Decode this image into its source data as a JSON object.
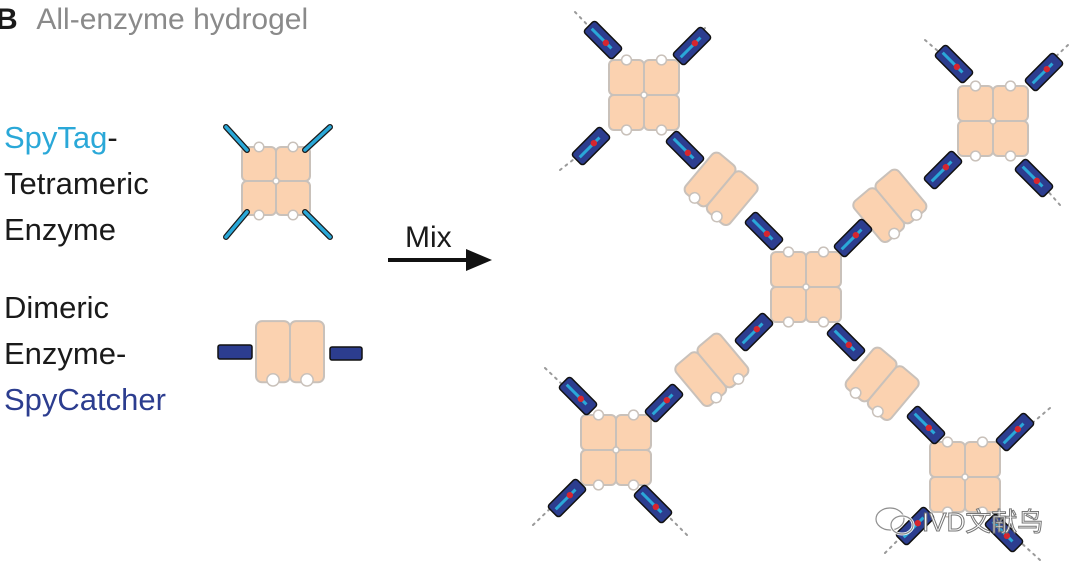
{
  "panel": {
    "letter": "B",
    "title": "All-enzyme hydrogel"
  },
  "legend": {
    "tetramer_label": {
      "line1_colored": "SpyTag",
      "line1_rest": "-",
      "line2": "Tetrameric",
      "line3": "Enzyme"
    },
    "dimer_label": {
      "line1": "Dimeric",
      "line2": "Enzyme-",
      "line3_colored": "SpyCatcher"
    }
  },
  "arrow": {
    "label": "Mix"
  },
  "watermark": {
    "text": "IVD文献鸟"
  },
  "colors": {
    "spytag": "#2aa8d8",
    "spycatcher": "#2c3d8f",
    "enzyme_fill": "#fbd2b0",
    "enzyme_stroke": "#c9c1ba",
    "text": "#1a1a1a",
    "title_gray": "#8a8a8a",
    "junction_red": "#d7262e"
  }
}
